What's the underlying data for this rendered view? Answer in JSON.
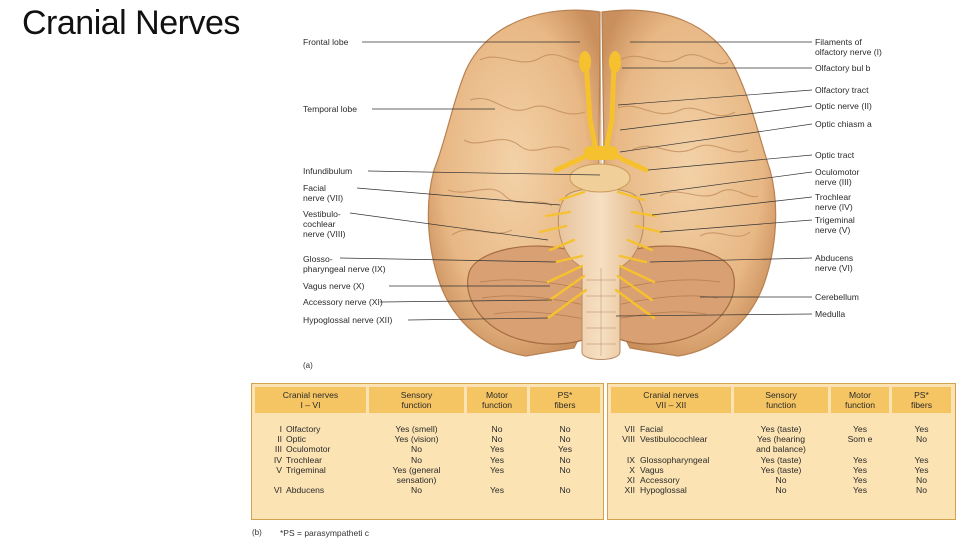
{
  "title": "Cranial Nerves",
  "figure": {
    "left_labels": [
      {
        "text": "Frontal lobe",
        "lines": [
          "Frontal lobe"
        ]
      },
      {
        "text": "Temporal lobe",
        "lines": [
          "Temporal lobe"
        ]
      },
      {
        "text": "Infundibulum",
        "lines": [
          "Infundibulum"
        ]
      },
      {
        "text": "Facial nerve (VII)",
        "lines": [
          "Facial",
          "nerve (VII)"
        ]
      },
      {
        "text": "Vestibulocochlear nerve (VIII)",
        "lines": [
          "Vestibulo-",
          "cochlear",
          "nerve (VIII)"
        ]
      },
      {
        "text": "Glossopharyngeal nerve (IX)",
        "lines": [
          "Glosso-",
          "pharyngeal nerve (IX)"
        ]
      },
      {
        "text": "Vagus nerve (X)",
        "lines": [
          "Vagus nerve (X)"
        ]
      },
      {
        "text": "Accessory nerve (XI)",
        "lines": [
          "Accessory nerve (XI)"
        ]
      },
      {
        "text": "Hypoglossal nerve (XII)",
        "lines": [
          "Hypoglossal nerve (XII)"
        ]
      }
    ],
    "right_labels": [
      {
        "lines": [
          "Filaments of",
          "olfactory nerve (I)"
        ]
      },
      {
        "lines": [
          "Olfactory bul b"
        ]
      },
      {
        "lines": [
          "Olfactory tract"
        ]
      },
      {
        "lines": [
          "Optic nerve (II)"
        ]
      },
      {
        "lines": [
          "Optic chiasm a"
        ]
      },
      {
        "lines": [
          "Optic tract"
        ]
      },
      {
        "lines": [
          "Oculomotor",
          "nerve (III)"
        ]
      },
      {
        "lines": [
          "Trochlear",
          "nerve (IV)"
        ]
      },
      {
        "lines": [
          "Trigeminal",
          "nerve (V)"
        ]
      },
      {
        "lines": [
          "Abducens",
          "nerve (VI)"
        ]
      },
      {
        "lines": [
          "Cerebellum"
        ]
      },
      {
        "lines": [
          "Medulla"
        ]
      }
    ],
    "panel_a": "(a)",
    "panel_b": "(b)",
    "footnote": "*PS = parasympatheti   c"
  },
  "table_left": {
    "headers": [
      "Cranial nerves\nI – VI",
      "Sensory\nfunction",
      "Motor\nfunction",
      "PS*\nfibers"
    ],
    "numerals": [
      "I",
      "II",
      "III",
      "IV",
      "V",
      "VI"
    ],
    "names": [
      "Olfactory",
      "Optic",
      "Oculomotor",
      "Trochlear",
      "Trigeminal",
      "Abducens"
    ],
    "sensory": [
      "Yes (smell)",
      "Yes (vision)",
      "No",
      "No",
      "Yes (general\nsensation)",
      "No"
    ],
    "motor": [
      "No",
      "No",
      "Yes",
      "Yes",
      "Yes",
      "Yes"
    ],
    "ps": [
      "No",
      "No",
      "Yes",
      "No",
      "No",
      "No"
    ]
  },
  "table_right": {
    "headers": [
      "Cranial nerves\nVII – XII",
      "Sensory\nfunction",
      "Motor\nfunction",
      "PS*\nfibers"
    ],
    "numerals": [
      "VII",
      "VIII",
      "IX",
      "X",
      "XI",
      "XII"
    ],
    "names": [
      "Facial",
      "Vestibulocochlear",
      "Glossopharyngeal",
      "Vagus",
      "Accessory",
      "Hypoglossal"
    ],
    "sensory": [
      "Yes (taste)",
      "Yes (hearing\nand balance)",
      "Yes (taste)",
      "Yes (taste)",
      "No",
      "No"
    ],
    "motor": [
      "Yes",
      "Som e",
      "Yes",
      "Yes",
      "Yes",
      "Yes"
    ],
    "ps": [
      "Yes",
      "No",
      "Yes",
      "Yes",
      "No",
      "No"
    ]
  },
  "colors": {
    "brain_fill": "#e9bb8a",
    "brain_dark": "#c98f5c",
    "nerve": "#f7c63a",
    "table_bg": "#fbe3b3",
    "table_head": "#f5c463",
    "table_border": "#d2a24c"
  }
}
